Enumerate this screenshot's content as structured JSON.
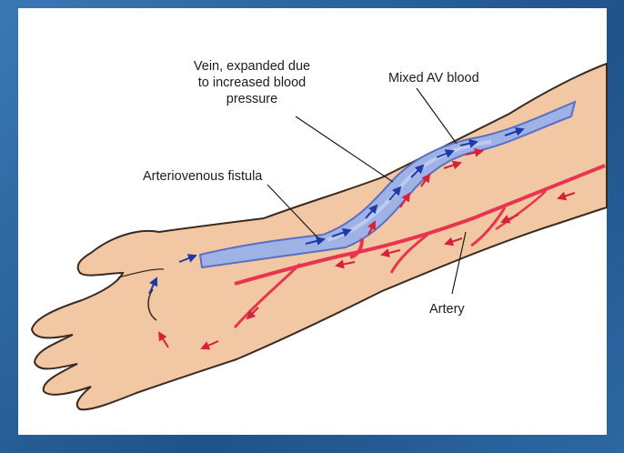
{
  "labels": {
    "vein_line1": "Vein, expanded due",
    "vein_line2": "to increased blood",
    "vein_line3": "pressure",
    "mixed": "Mixed AV blood",
    "fistula": "Arteriovenous fistula",
    "artery": "Artery"
  },
  "colors": {
    "frame": "#2a5f97",
    "background": "#ffffff",
    "skin": "#f2c8a4",
    "skin_outline": "#3b2a20",
    "vein_fill": "#9fb2e6",
    "vein_outline": "#5a6fc4",
    "artery": "#e8344f",
    "arrow_blue": "#1f3aa8",
    "arrow_red": "#d6213a"
  }
}
